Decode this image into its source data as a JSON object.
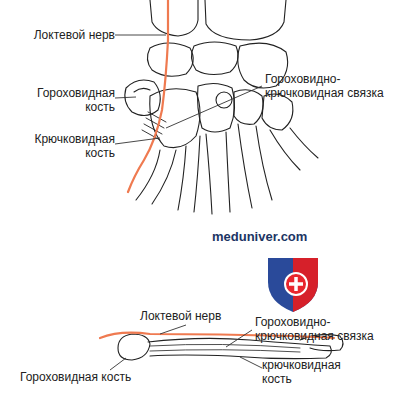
{
  "diagram": {
    "labels": [
      "Локтевой нерв",
      "Гороховидно- крючковидная связка",
      "Гороховидная кость",
      "Крючковидная кость",
      "meduniver.com",
      "Локтевой нерв",
      "Гороховидно- крючковидная связка",
      "Гороховидная кость",
      "крючковидная кость"
    ]
  }
}
